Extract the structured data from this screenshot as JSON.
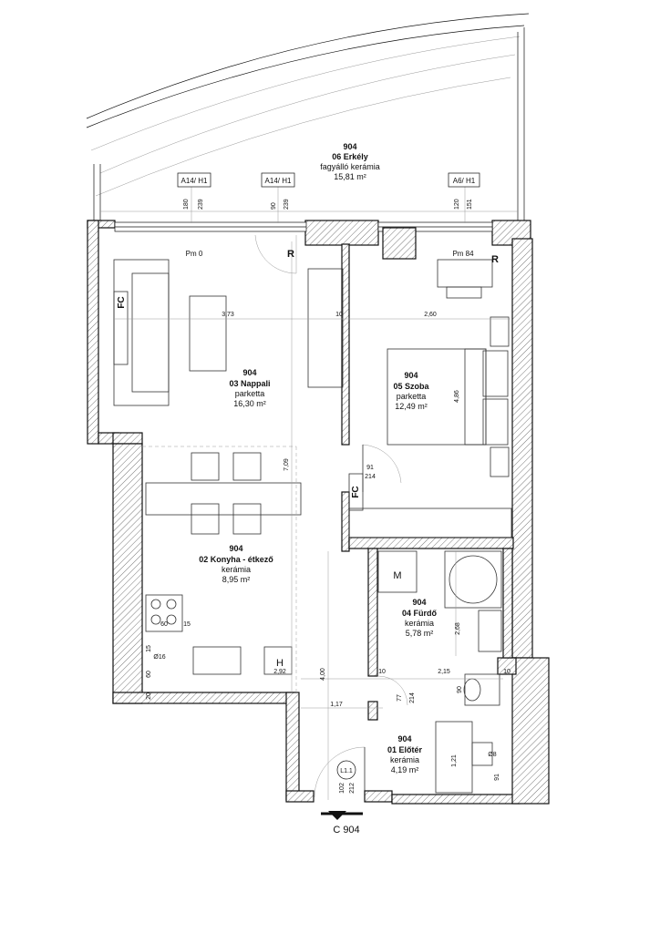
{
  "balcony": {
    "number": "904",
    "name": "06 Erkély",
    "floor": "fagyálló kerámia",
    "area": "15,81 m²"
  },
  "rooms": [
    {
      "number": "904",
      "name": "03 Nappali",
      "floor": "parketta",
      "area": "16,30 m²"
    },
    {
      "number": "904",
      "name": "05 Szoba",
      "floor": "parketta",
      "area": "12,49 m²"
    },
    {
      "number": "904",
      "name": "02 Konyha - étkező",
      "floor": "kerámia",
      "area": "8,95 m²"
    },
    {
      "number": "904",
      "name": "04 Fürdő",
      "floor": "kerámia",
      "area": "5,78 m²"
    },
    {
      "number": "904",
      "name": "01 Előtér",
      "floor": "kerámia",
      "area": "4,19 m²"
    }
  ],
  "windows": [
    {
      "tag": "A14/ H1",
      "sill": "180",
      "height": "239"
    },
    {
      "tag": "A14/ H1",
      "sill": "90",
      "height": "239"
    },
    {
      "tag": "A6/ H1",
      "sill": "120",
      "height": "151"
    }
  ],
  "labels": {
    "pm_left": "Pm 0",
    "pm_right": "Pm 84",
    "radiator_left": "R",
    "radiator_right": "R",
    "fc_living": "FC",
    "fc_room": "FC",
    "machine": "M",
    "hood": "H",
    "entrance": "C 904",
    "door_tag": "L1.1"
  },
  "dimensions": {
    "d373": "3,73",
    "d10a": "10",
    "d260": "2,60",
    "d486": "4,86",
    "d709": "7,09",
    "d91": "91",
    "d214a": "214",
    "d60": "60",
    "d15a": "15",
    "d15b": "15",
    "d16": "Ø16",
    "d60b": "60",
    "d20": "20",
    "d292": "2,92",
    "d400": "4,00",
    "d117": "1,17",
    "d10b": "10",
    "d215": "2,15",
    "d10c": "10",
    "d77": "77",
    "d214b": "214",
    "d268": "2,68",
    "d90": "90",
    "d121": "1,21",
    "d102": "102",
    "d212": "212",
    "d8": "Ø8",
    "d91b": "91"
  }
}
